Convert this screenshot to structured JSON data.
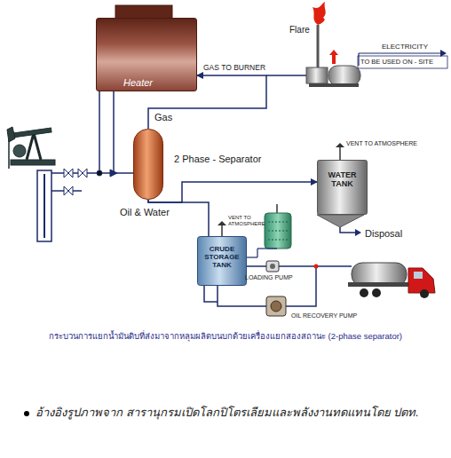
{
  "diagram": {
    "caption": "กระบวนการแยกน้ำมันดิบที่ส่งมาจากหลุมผลิตบนบกด้วยเครื่องแยกสองสถานะ (2-phase separator)",
    "nodes": [
      {
        "text": [
          "Heater"
        ]
      },
      {
        "text": [
          "2 Phase - Separator"
        ]
      },
      {
        "text": [
          "WATER TANK"
        ]
      },
      {
        "text": [
          "CRUDE STORAGE TANK"
        ]
      }
    ],
    "edges": [
      {
        "from": 1,
        "to": 0,
        "arrow": "to",
        "label": "GAS TO BURNER"
      },
      {
        "from": 1,
        "to": 3,
        "arrow": "none",
        "label": "Oil & Water"
      },
      {
        "from": 1,
        "to": 2,
        "arrow": "to"
      }
    ],
    "labels": [
      "Flare",
      "ELECTRICITY",
      "TO BE USED ON - SITE",
      "Gas",
      "VENT TO ATMOSPHERE",
      "Disposal",
      "VENT TO ATMOSPHERE",
      "LOADING PUMP",
      "OIL RECOVERY PUMP",
      "อ้างอิงรูปภาพจาก สารานุกรมเปิดโลกปิโตรเลียมและพลังงานทดแทนโดย ปตท."
    ]
  }
}
